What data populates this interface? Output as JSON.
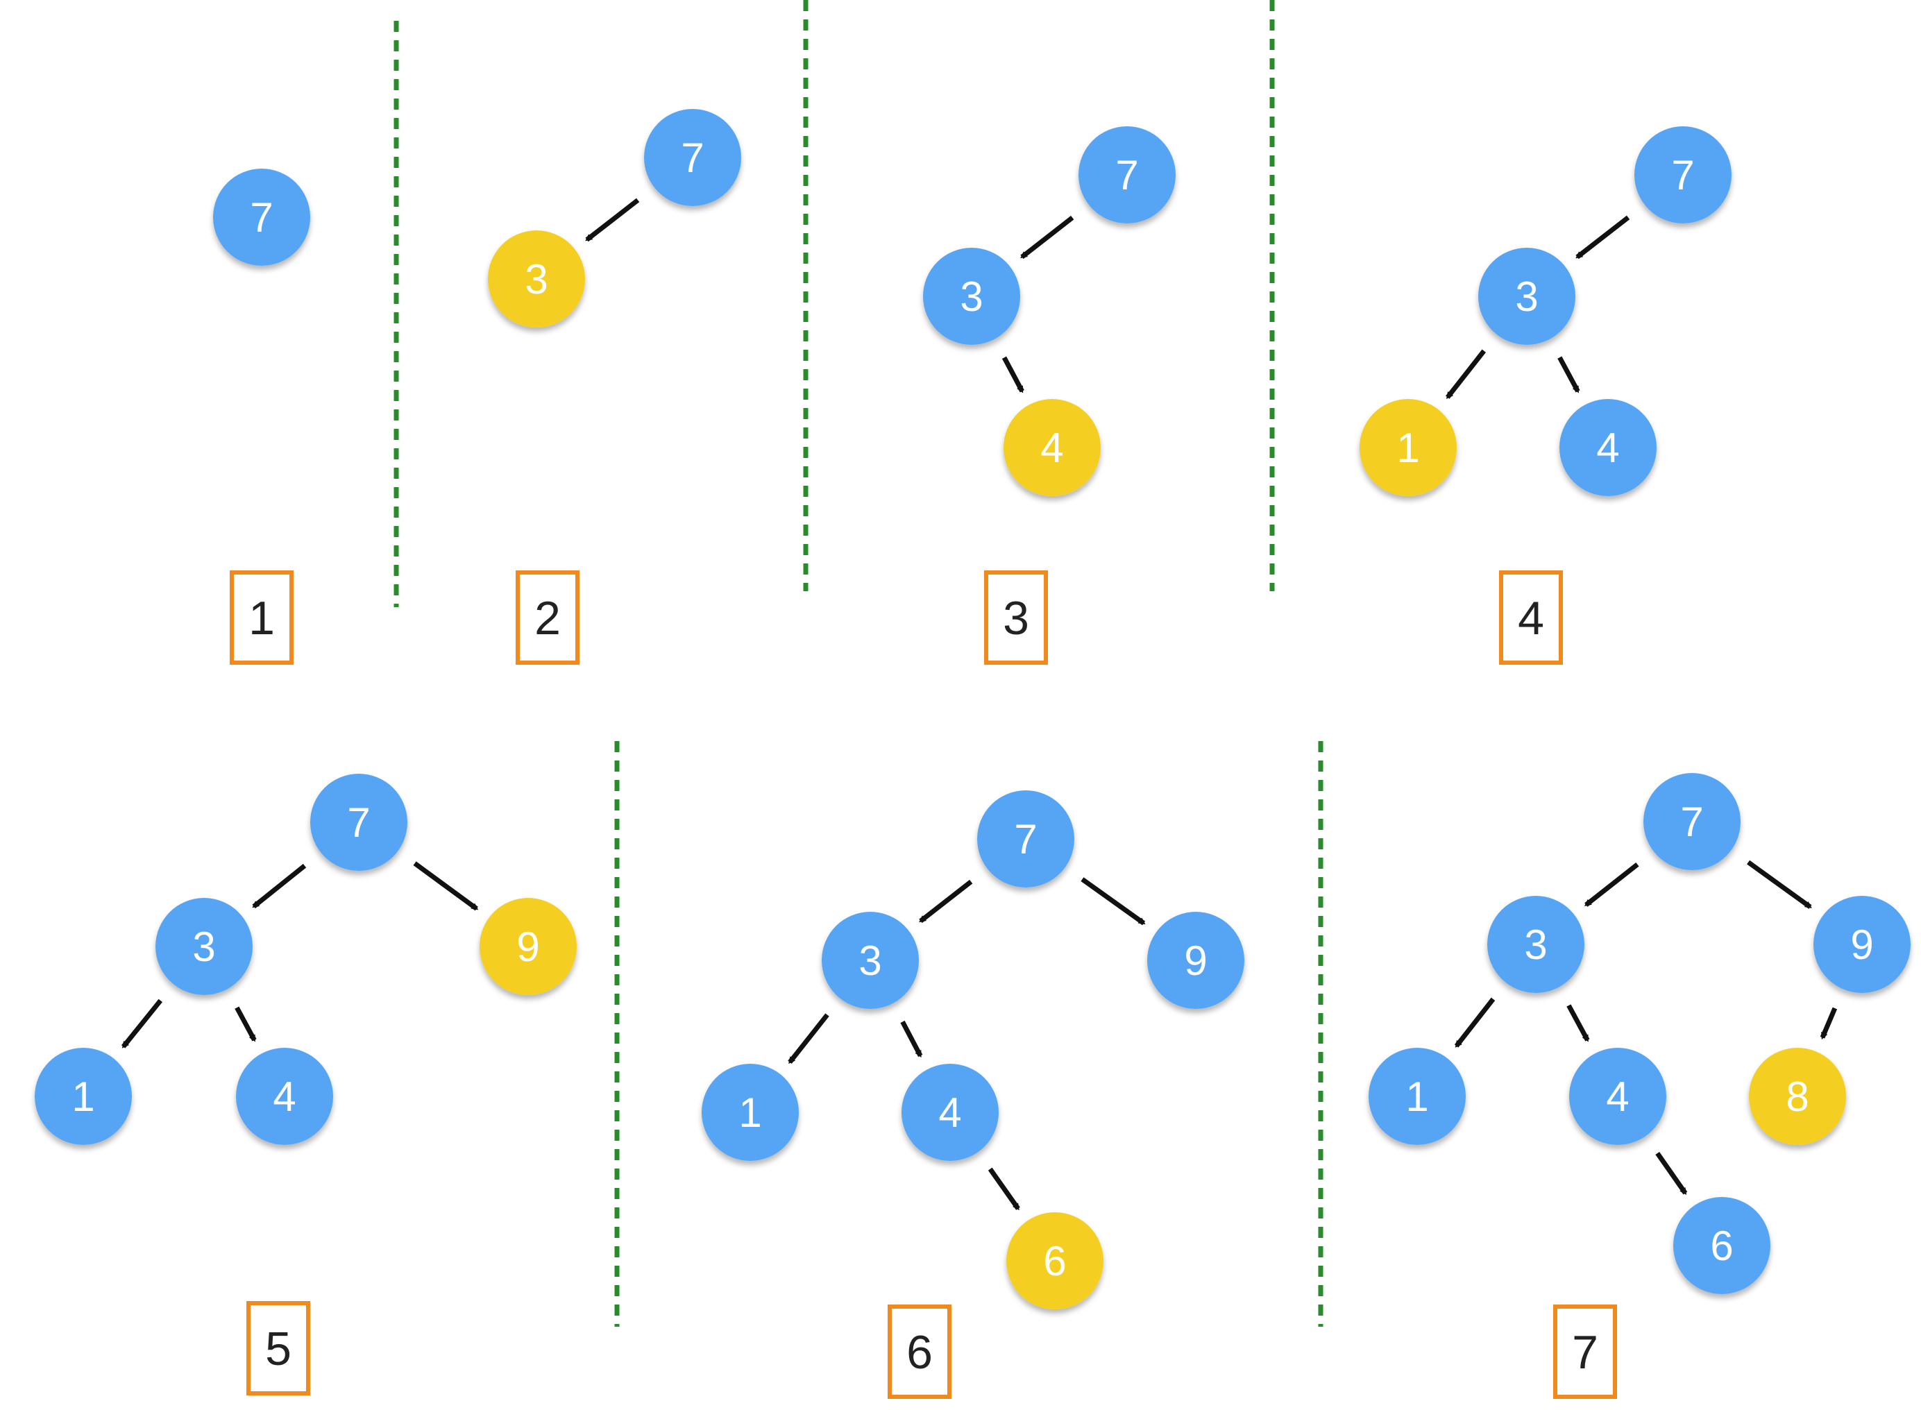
{
  "colors": {
    "existing_node": "#56a5f5",
    "new_node": "#f4cf23",
    "node_text": "#ffffff",
    "arrow": "#111111",
    "separator": "#2b8a2b",
    "step_label_border": "#f08a1c",
    "step_label_text": "#222222"
  },
  "steps": [
    {
      "label": "1",
      "inserted": "7",
      "nodes": [
        {
          "id": "n7",
          "value": "7",
          "state": "existing"
        }
      ],
      "edges": []
    },
    {
      "label": "2",
      "inserted": "3",
      "nodes": [
        {
          "id": "n7",
          "value": "7",
          "state": "existing"
        },
        {
          "id": "n3",
          "value": "3",
          "state": "new"
        }
      ],
      "edges": [
        {
          "from": "n7",
          "to": "n3",
          "side": "left"
        }
      ]
    },
    {
      "label": "3",
      "inserted": "4",
      "nodes": [
        {
          "id": "n7",
          "value": "7",
          "state": "existing"
        },
        {
          "id": "n3",
          "value": "3",
          "state": "existing"
        },
        {
          "id": "n4",
          "value": "4",
          "state": "new"
        }
      ],
      "edges": [
        {
          "from": "n7",
          "to": "n3",
          "side": "left"
        },
        {
          "from": "n3",
          "to": "n4",
          "side": "right"
        }
      ]
    },
    {
      "label": "4",
      "inserted": "1",
      "nodes": [
        {
          "id": "n7",
          "value": "7",
          "state": "existing"
        },
        {
          "id": "n3",
          "value": "3",
          "state": "existing"
        },
        {
          "id": "n1",
          "value": "1",
          "state": "new"
        },
        {
          "id": "n4",
          "value": "4",
          "state": "existing"
        }
      ],
      "edges": [
        {
          "from": "n7",
          "to": "n3",
          "side": "left"
        },
        {
          "from": "n3",
          "to": "n1",
          "side": "left"
        },
        {
          "from": "n3",
          "to": "n4",
          "side": "right"
        }
      ]
    },
    {
      "label": "5",
      "inserted": "9",
      "nodes": [
        {
          "id": "n7",
          "value": "7",
          "state": "existing"
        },
        {
          "id": "n3",
          "value": "3",
          "state": "existing"
        },
        {
          "id": "n9",
          "value": "9",
          "state": "new"
        },
        {
          "id": "n1",
          "value": "1",
          "state": "existing"
        },
        {
          "id": "n4",
          "value": "4",
          "state": "existing"
        }
      ],
      "edges": [
        {
          "from": "n7",
          "to": "n3",
          "side": "left"
        },
        {
          "from": "n7",
          "to": "n9",
          "side": "right"
        },
        {
          "from": "n3",
          "to": "n1",
          "side": "left"
        },
        {
          "from": "n3",
          "to": "n4",
          "side": "right"
        }
      ]
    },
    {
      "label": "6",
      "inserted": "6",
      "nodes": [
        {
          "id": "n7",
          "value": "7",
          "state": "existing"
        },
        {
          "id": "n3",
          "value": "3",
          "state": "existing"
        },
        {
          "id": "n9",
          "value": "9",
          "state": "existing"
        },
        {
          "id": "n1",
          "value": "1",
          "state": "existing"
        },
        {
          "id": "n4",
          "value": "4",
          "state": "existing"
        },
        {
          "id": "n6",
          "value": "6",
          "state": "new"
        }
      ],
      "edges": [
        {
          "from": "n7",
          "to": "n3",
          "side": "left"
        },
        {
          "from": "n7",
          "to": "n9",
          "side": "right"
        },
        {
          "from": "n3",
          "to": "n1",
          "side": "left"
        },
        {
          "from": "n3",
          "to": "n4",
          "side": "right"
        },
        {
          "from": "n4",
          "to": "n6",
          "side": "right"
        }
      ]
    },
    {
      "label": "7",
      "inserted": "8",
      "nodes": [
        {
          "id": "n7",
          "value": "7",
          "state": "existing"
        },
        {
          "id": "n3",
          "value": "3",
          "state": "existing"
        },
        {
          "id": "n9",
          "value": "9",
          "state": "existing"
        },
        {
          "id": "n1",
          "value": "1",
          "state": "existing"
        },
        {
          "id": "n4",
          "value": "4",
          "state": "existing"
        },
        {
          "id": "n8",
          "value": "8",
          "state": "new"
        },
        {
          "id": "n6",
          "value": "6",
          "state": "existing"
        }
      ],
      "edges": [
        {
          "from": "n7",
          "to": "n3",
          "side": "left"
        },
        {
          "from": "n7",
          "to": "n9",
          "side": "right"
        },
        {
          "from": "n3",
          "to": "n1",
          "side": "left"
        },
        {
          "from": "n3",
          "to": "n4",
          "side": "right"
        },
        {
          "from": "n9",
          "to": "n8",
          "side": "left"
        },
        {
          "from": "n4",
          "to": "n6",
          "side": "right"
        }
      ]
    }
  ]
}
